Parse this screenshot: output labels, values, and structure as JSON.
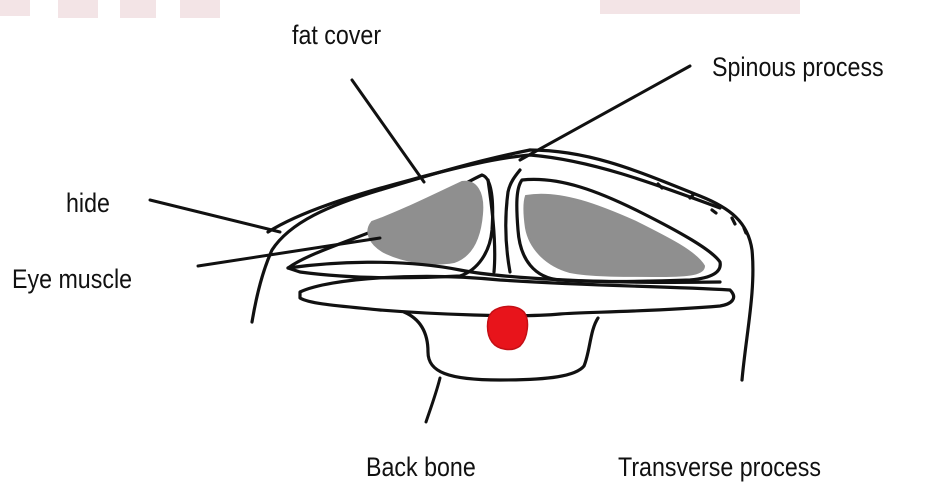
{
  "labels": {
    "fat_cover": "fat cover",
    "spinous_process": "Spinous process",
    "hide": "hide",
    "eye_muscle": "Eye muscle",
    "back_bone": "Back bone",
    "transverse_process": "Transverse process"
  },
  "colors": {
    "ink": "#111111",
    "muscle": "#8f8f8f",
    "spinal_cord": "#e8141b",
    "background": "#ffffff"
  }
}
